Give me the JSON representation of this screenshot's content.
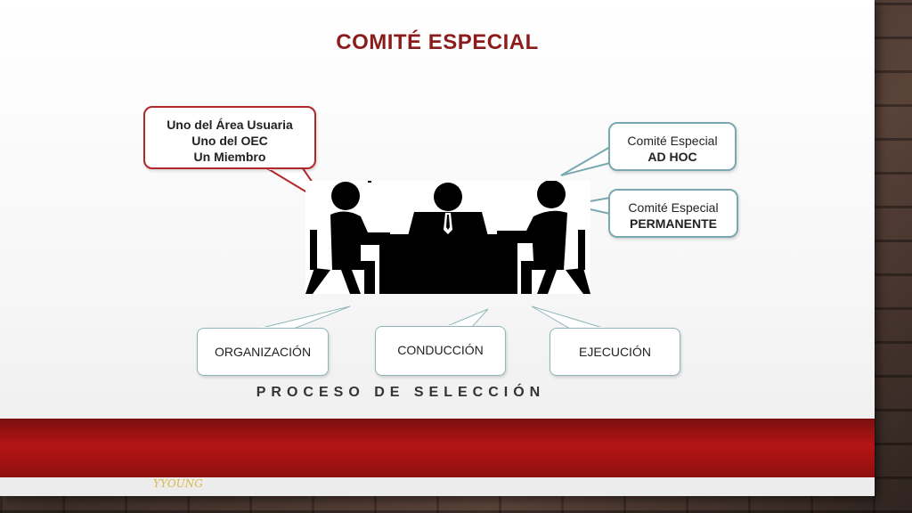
{
  "title": "COMITÉ ESPECIAL",
  "bubbles": {
    "users": [
      "Uno del Área Usuaria",
      "Uno del OEC",
      "Un Miembro"
    ],
    "adhoc": {
      "line1": "Comité Especial",
      "line2": "AD HOC"
    },
    "permanente": {
      "line1": "Comité Especial",
      "line2": "PERMANENTE"
    },
    "organizacion": "ORGANIZACIÓN",
    "conduccion": "CONDUCCIÓN",
    "ejecucion": "EJECUCIÓN"
  },
  "process_label": "PROCESO DE SELECCIÓN",
  "signature": "YYOUNG",
  "colors": {
    "accent_red": "#8b1c1c",
    "bubble_red": "#b3262a",
    "bubble_teal": "#7aa8b0",
    "band": "#b51414"
  },
  "icons": {
    "scene": "meeting-people-icon"
  }
}
